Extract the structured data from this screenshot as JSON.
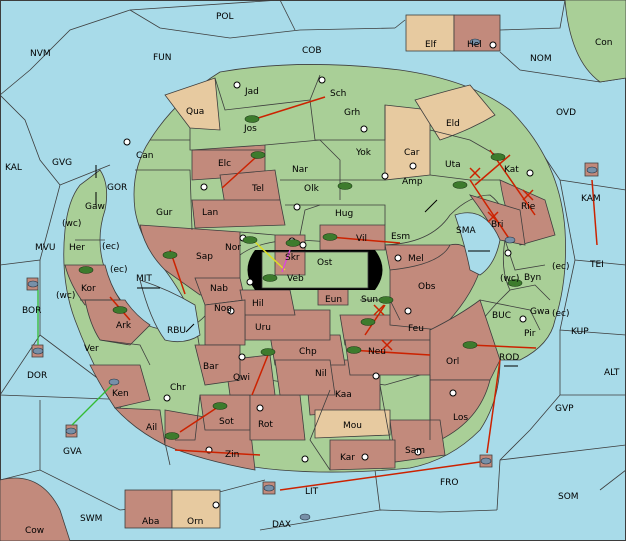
{
  "map": {
    "territories": [
      {
        "name": "POL",
        "label": "POL"
      },
      {
        "name": "NVM",
        "label": "NVM"
      },
      {
        "name": "FUN",
        "label": "FUN"
      },
      {
        "name": "COB",
        "label": "COB"
      },
      {
        "name": "NOM",
        "label": "NOM"
      },
      {
        "name": "Con",
        "label": "Con"
      },
      {
        "name": "Elf",
        "label": "Elf"
      },
      {
        "name": "Hel",
        "label": "Hel"
      },
      {
        "name": "OVD",
        "label": "OVD"
      },
      {
        "name": "KAL",
        "label": "KAL"
      },
      {
        "name": "GVG",
        "label": "GVG"
      },
      {
        "name": "MVU",
        "label": "MVU"
      },
      {
        "name": "BOR",
        "label": "BOR"
      },
      {
        "name": "DOR",
        "label": "DOR"
      },
      {
        "name": "GVA",
        "label": "GVA"
      },
      {
        "name": "SWM",
        "label": "SWM"
      },
      {
        "name": "Cow",
        "label": "Cow"
      },
      {
        "name": "Aba",
        "label": "Aba"
      },
      {
        "name": "Orn",
        "label": "Orn"
      },
      {
        "name": "DAX",
        "label": "DAX"
      },
      {
        "name": "LIT",
        "label": "LIT"
      },
      {
        "name": "FRO",
        "label": "FRO"
      },
      {
        "name": "SOM",
        "label": "SOM"
      },
      {
        "name": "GVP",
        "label": "GVP"
      },
      {
        "name": "ALT",
        "label": "ALT"
      },
      {
        "name": "KUP",
        "label": "KUP"
      },
      {
        "name": "KAM",
        "label": "KAM"
      },
      {
        "name": "TEI",
        "label": "TEI"
      },
      {
        "name": "GOR",
        "label": "GOR"
      },
      {
        "name": "MIT",
        "label": "MIT"
      },
      {
        "name": "RBU",
        "label": "RBU"
      },
      {
        "name": "SMA",
        "label": "SMA"
      },
      {
        "name": "BUC",
        "label": "BUC"
      },
      {
        "name": "ROD",
        "label": "ROD"
      },
      {
        "name": "Jad",
        "label": "Jad"
      },
      {
        "name": "Sch",
        "label": "Sch"
      },
      {
        "name": "Qua",
        "label": "Qua"
      },
      {
        "name": "Jos",
        "label": "Jos"
      },
      {
        "name": "Grh",
        "label": "Grh"
      },
      {
        "name": "Eld",
        "label": "Eld"
      },
      {
        "name": "Can",
        "label": "Can"
      },
      {
        "name": "Elc",
        "label": "Elc"
      },
      {
        "name": "Nar",
        "label": "Nar"
      },
      {
        "name": "Yok",
        "label": "Yok"
      },
      {
        "name": "Car",
        "label": "Car"
      },
      {
        "name": "Uta",
        "label": "Uta"
      },
      {
        "name": "Kat",
        "label": "Kat"
      },
      {
        "name": "Tel",
        "label": "Tel"
      },
      {
        "name": "Olk",
        "label": "Olk"
      },
      {
        "name": "Amp",
        "label": "Amp"
      },
      {
        "name": "Gur",
        "label": "Gur"
      },
      {
        "name": "Lan",
        "label": "Lan"
      },
      {
        "name": "Hug",
        "label": "Hug"
      },
      {
        "name": "Rie",
        "label": "Rie"
      },
      {
        "name": "Gaw",
        "label": "Gaw"
      },
      {
        "name": "Bri",
        "label": "Bri"
      },
      {
        "name": "Esm",
        "label": "Esm"
      },
      {
        "name": "Nor",
        "label": "Nor"
      },
      {
        "name": "Skr",
        "label": "Skr"
      },
      {
        "name": "Vil",
        "label": "Vil"
      },
      {
        "name": "Her",
        "label": "Her"
      },
      {
        "name": "Sap",
        "label": "Sap"
      },
      {
        "name": "Mel",
        "label": "Mel"
      },
      {
        "name": "Ost",
        "label": "Ost"
      },
      {
        "name": "Veb",
        "label": "Veb"
      },
      {
        "name": "Byn",
        "label": "Byn"
      },
      {
        "name": "Kor",
        "label": "Kor"
      },
      {
        "name": "Nab",
        "label": "Nab"
      },
      {
        "name": "Obs",
        "label": "Obs"
      },
      {
        "name": "Eun",
        "label": "Eun"
      },
      {
        "name": "Hil",
        "label": "Hil"
      },
      {
        "name": "Sun",
        "label": "Sun"
      },
      {
        "name": "Gwa",
        "label": "Gwa"
      },
      {
        "name": "Ark",
        "label": "Ark"
      },
      {
        "name": "Nog",
        "label": "Nog"
      },
      {
        "name": "Pir",
        "label": "Pir"
      },
      {
        "name": "Uru",
        "label": "Uru"
      },
      {
        "name": "Feu",
        "label": "Feu"
      },
      {
        "name": "Ver",
        "label": "Ver"
      },
      {
        "name": "Neu",
        "label": "Neu"
      },
      {
        "name": "Chp",
        "label": "Chp"
      },
      {
        "name": "Orl",
        "label": "Orl"
      },
      {
        "name": "Bar",
        "label": "Bar"
      },
      {
        "name": "Qwi",
        "label": "Qwi"
      },
      {
        "name": "Nil",
        "label": "Nil"
      },
      {
        "name": "Chr",
        "label": "Chr"
      },
      {
        "name": "Ken",
        "label": "Ken"
      },
      {
        "name": "Kaa",
        "label": "Kaa"
      },
      {
        "name": "Sot",
        "label": "Sot"
      },
      {
        "name": "Rot",
        "label": "Rot"
      },
      {
        "name": "Los",
        "label": "Los"
      },
      {
        "name": "Ail",
        "label": "Ail"
      },
      {
        "name": "Mou",
        "label": "Mou"
      },
      {
        "name": "Zin",
        "label": "Zin"
      },
      {
        "name": "Kar",
        "label": "Kar"
      },
      {
        "name": "Sam",
        "label": "Sam"
      }
    ],
    "coast_labels": [
      "(wc)",
      "(ec)",
      "(ec)",
      "(wc)",
      "(wc)",
      "(ec)",
      "(ec)"
    ],
    "colors": {
      "sea": "#a8dbe9",
      "green": "#a9cf97",
      "red": "#c28a7c",
      "tan": "#e7caa0",
      "order_arrow": "#cc2200",
      "support_line": "#33bb33",
      "convoy_line": "#dddd22",
      "unit_green": "#3d7b2d"
    }
  }
}
